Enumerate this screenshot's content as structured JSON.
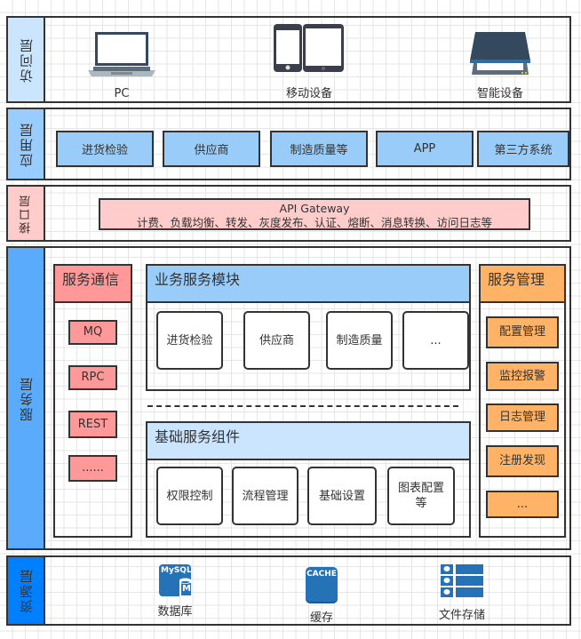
{
  "layers": {
    "access": {
      "label": "访问层",
      "color": "#cce5ff",
      "devices": [
        {
          "label": "PC",
          "icon": "laptop-icon"
        },
        {
          "label": "移动设备",
          "icon": "mobile-tablet-icon"
        },
        {
          "label": "智能设备",
          "icon": "scanner-icon"
        }
      ]
    },
    "application": {
      "label": "应用层",
      "color": "#99ccff",
      "items": [
        "进货检验",
        "供应商",
        "制造质量等",
        "APP",
        "第三方系统"
      ]
    },
    "interface": {
      "label": "接口层",
      "color": "#ffcccc",
      "gateway_title": "API Gateway",
      "gateway_features": "计费、负载均衡、转发、灰度发布、认证、熔断、消息转换、访问日志等"
    },
    "service": {
      "label": "服务层",
      "color": "#5aabfb",
      "communication": {
        "title": "服务通信",
        "items": [
          "MQ",
          "RPC",
          "REST",
          "......"
        ]
      },
      "business": {
        "title": "业务服务模块",
        "items": [
          "进货检验",
          "供应商",
          "制造质量",
          "..."
        ]
      },
      "foundation": {
        "title": "基础服务组件",
        "items": [
          "权限控制",
          "流程管理",
          "基础设置",
          "图表配置等"
        ]
      },
      "management": {
        "title": "服务管理",
        "items": [
          "配置管理",
          "监控报警",
          "日志管理",
          "注册发现",
          "..."
        ]
      }
    },
    "resource": {
      "label": "资源层",
      "color": "#007fff",
      "items": [
        {
          "label": "数据库",
          "icon": "mysql-database-icon",
          "badge": "MySQL",
          "sub": "M"
        },
        {
          "label": "缓存",
          "icon": "cache-icon",
          "badge": "CACHE"
        },
        {
          "label": "文件存储",
          "icon": "file-storage-icon"
        }
      ]
    }
  }
}
